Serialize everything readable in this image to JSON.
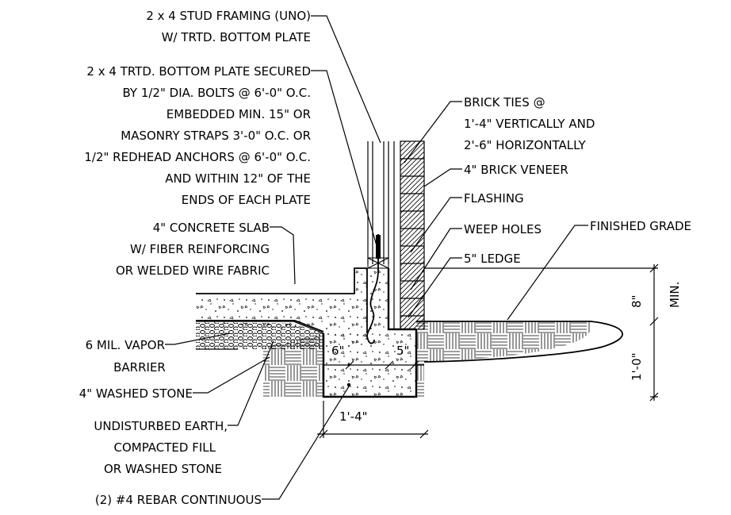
{
  "colors": {
    "ink": "#000000",
    "paper": "#ffffff"
  },
  "labels": {
    "stud_framing": [
      "2 x 4 STUD FRAMING (UNO)",
      "W/ TRTD. BOTTOM PLATE"
    ],
    "bottom_plate": [
      "2 x 4 TRTD. BOTTOM PLATE SECURED",
      "BY 1/2\" DIA. BOLTS @ 6'-0\" O.C.",
      "EMBEDDED MIN. 15\" OR",
      "MASONRY STRAPS 3'-0\" O.C. OR",
      "1/2\" REDHEAD ANCHORS @ 6'-0\" O.C.",
      "AND WITHIN 12\" OF THE",
      "ENDS OF EACH PLATE"
    ],
    "concrete_slab": [
      "4\" CONCRETE SLAB",
      "W/ FIBER REINFORCING",
      "OR WELDED WIRE FABRIC"
    ],
    "vapor_barrier": [
      "6 MIL. VAPOR",
      "BARRIER"
    ],
    "washed_stone": [
      "4\" WASHED STONE"
    ],
    "undisturbed_earth": [
      "UNDISTURBED EARTH,",
      "COMPACTED FILL",
      "OR WASHED STONE"
    ],
    "rebar": [
      "(2) #4 REBAR CONTINUOUS"
    ],
    "brick_ties": [
      "BRICK TIES @",
      "1'-4\" VERTICALLY AND",
      "2'-6\" HORIZONTALLY"
    ],
    "brick_veneer": [
      "4\" BRICK VENEER"
    ],
    "flashing": [
      "FLASHING"
    ],
    "weep_holes": [
      "WEEP HOLES"
    ],
    "ledge": [
      "5\" LEDGE"
    ],
    "finished_grade": [
      "FINISHED GRADE"
    ]
  },
  "dimensions": {
    "d6": "6\"",
    "d5": "5\"",
    "d14": "1'-4\"",
    "d8": "8\"",
    "d10": "1'-0\"",
    "min": "MIN."
  },
  "hatches": {
    "gravel": "stone-aggregate-hatch",
    "concrete": "concrete-stipple-hatch",
    "earth": "basketweave-earth-hatch",
    "brick": "brick-diagonal-hatch"
  }
}
